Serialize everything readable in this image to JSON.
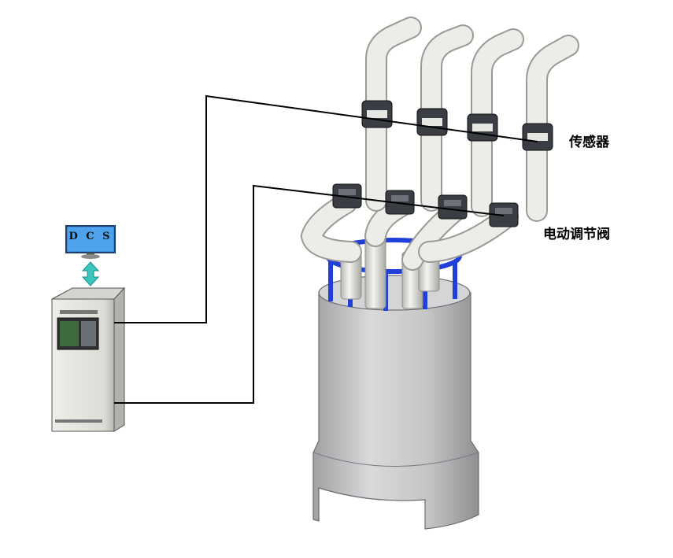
{
  "labels": {
    "sensor": "传感器",
    "valve": "电动调节阀"
  },
  "monitor": {
    "text": "D C S"
  },
  "colors": {
    "pipe": "#ecece8",
    "pipe_shade": "#bdbdb8",
    "flange": "#3a3e44",
    "ring": "#1f3fd8",
    "vessel": "#c9cacb",
    "cabinet": "#e6e4df",
    "monitor_screen": "#3b8fdd",
    "arrow": "#3cc6c0",
    "wire": "#000000"
  },
  "icons": [
    "monitor-icon",
    "double-arrow-icon",
    "control-cabinet",
    "valve-icon",
    "sensor-flange-icon"
  ]
}
